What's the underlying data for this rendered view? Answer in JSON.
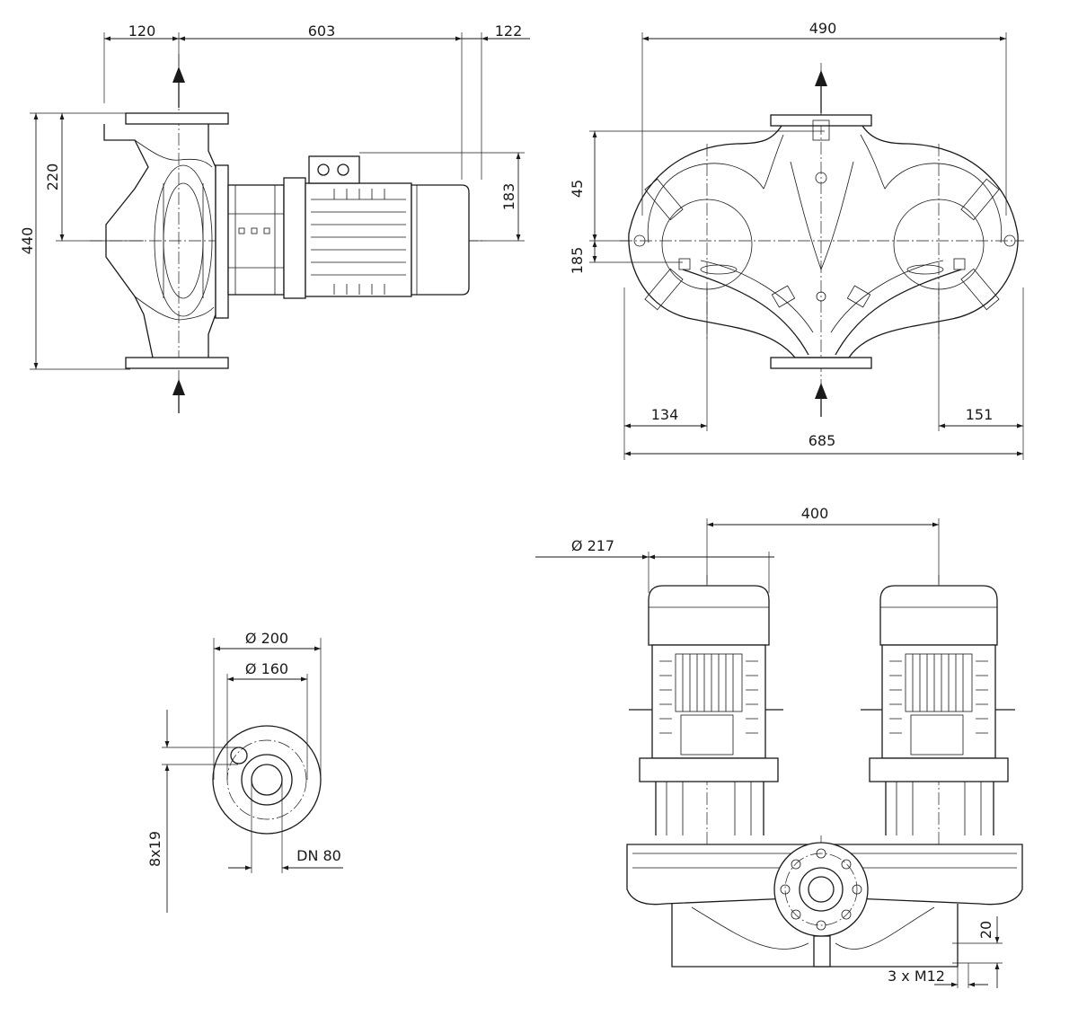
{
  "dimensions": {
    "side_top_left": "120",
    "side_top_mid": "603",
    "side_top_right": "122",
    "side_height_total": "440",
    "side_height_half": "220",
    "side_motor_axis": "183",
    "top_width": "490",
    "top_upper": "45",
    "top_lower": "185",
    "top_left": "134",
    "top_right": "151",
    "top_total": "685",
    "flange_outer_dia": "Ø 200",
    "flange_bolt_dia": "Ø 160",
    "flange_holes": "8x19",
    "flange_dn": "DN 80",
    "front_spacing": "400",
    "front_motor_dia": "Ø 217",
    "front_foot": "20",
    "front_thread": "3 x M12"
  }
}
